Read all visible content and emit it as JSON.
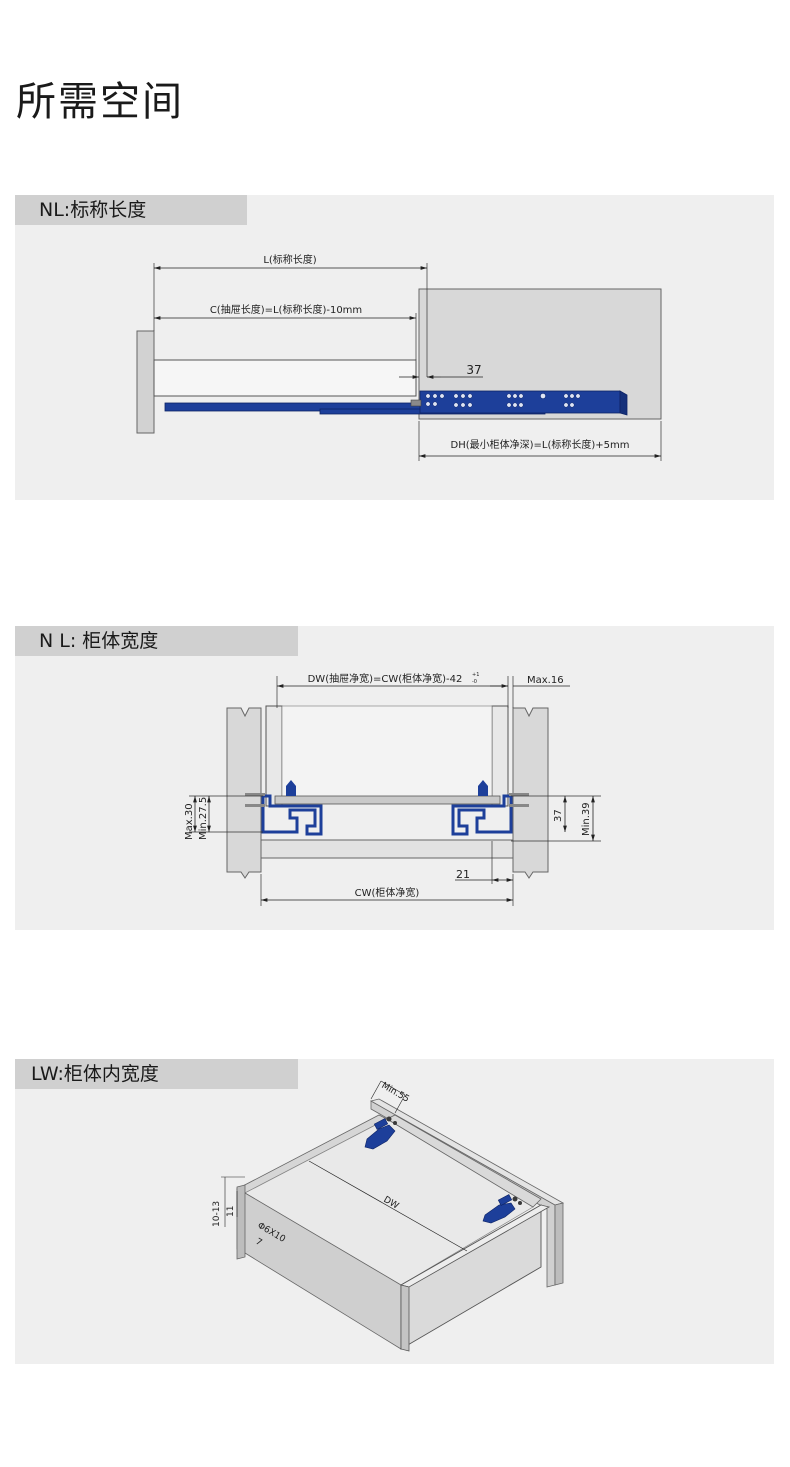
{
  "page": {
    "title": "所需空间"
  },
  "colors": {
    "panel_bg": "#efefef",
    "header_bg": "#d0d0d0",
    "slide_blue": "#1d3f9a",
    "board_gray": "#d8d8d8",
    "line": "#222222"
  },
  "section1": {
    "header": "NL:标称长度",
    "labels": {
      "L": "L(标称长度)",
      "C": "C(抽屉长度)=L(标称长度)-10mm",
      "gap": "37",
      "DH": "DH(最小柜体净深)=L(标称长度)+5mm"
    }
  },
  "section2": {
    "header": "N L:  柜体宽度",
    "labels": {
      "DW": "DW(抽屉净宽)=CW(柜体净宽)-42",
      "DW_tol_upper": "+1",
      "DW_tol_lower": "-0",
      "max16": "Max.16",
      "max30": "Max.30",
      "min275": "Min.27.5",
      "d37": "37",
      "min39": "Min.39",
      "d21": "21",
      "CW": "CW(柜体净宽)"
    }
  },
  "section3": {
    "header": "LW:柜体内宽度",
    "labels": {
      "min55": "Min.55",
      "DW": "DW",
      "r1013": "10-13",
      "d11": "11",
      "hole": "Φ6X10",
      "d7": "7"
    }
  }
}
